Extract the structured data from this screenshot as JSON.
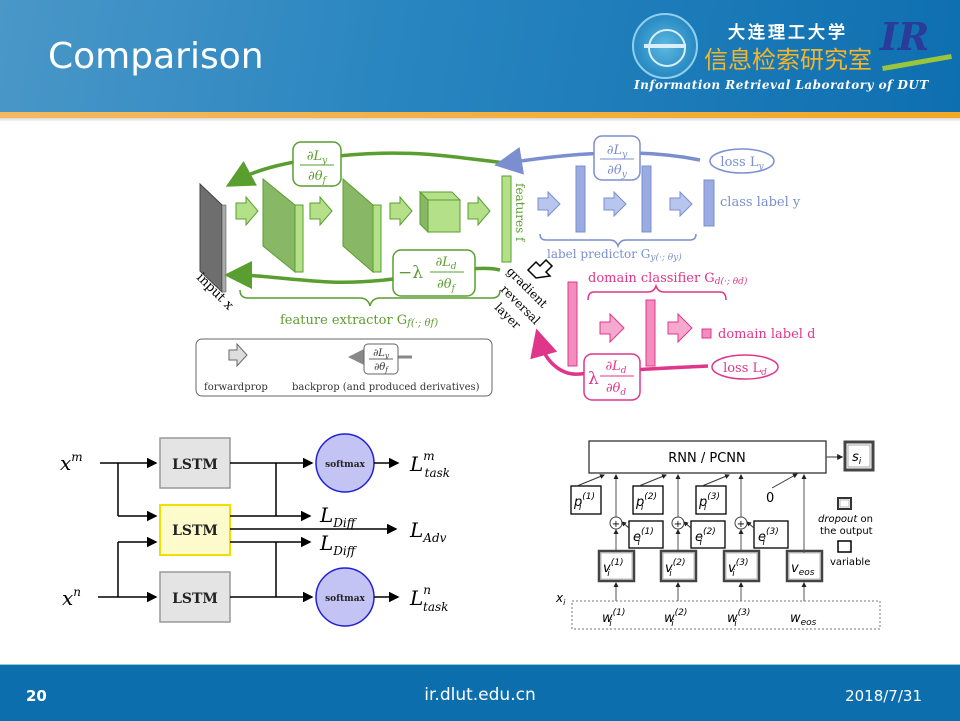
{
  "header": {
    "title": "Comparison",
    "university_cn": "大连理工大学",
    "lab_cn": "信息检索研究室",
    "lab_logo": "IR",
    "lab_en": "Information Retrieval Laboratory of DUT"
  },
  "dann": {
    "grad_y_f": "∂L_y/∂θ_f",
    "grad_y_y": "∂L_y/∂θ_y",
    "grad_d_f": "−λ ∂L_d/∂θ_f",
    "grad_d_d": "λ ∂L_d/∂θ_d",
    "loss_y": "loss L",
    "loss_y_sub": "y",
    "loss_d": "loss L",
    "loss_d_sub": "d",
    "class_label": "class label y",
    "domain_label": "domain label d",
    "features": "features f",
    "input": "input x",
    "feature_extractor": "feature extractor G",
    "feature_extractor_args": "f(·; θf)",
    "label_predictor": "label predictor G",
    "label_predictor_args": "y(·; θy)",
    "domain_classifier": "domain classifier G",
    "domain_classifier_args": "d(·; θd)",
    "grl_line1": "gradient",
    "grl_line2": "reversal",
    "grl_line3": "layer",
    "legend_forward": "forwardprop",
    "legend_backward": "backprop (and produced derivatives)",
    "colors": {
      "feature": "#5a9e2f",
      "label": "#7b8fd0",
      "domain": "#e0368a"
    }
  },
  "mtl": {
    "input_m": "x",
    "input_m_sup": "m",
    "input_n": "x",
    "input_n_sup": "n",
    "lstm_top": "LSTM",
    "lstm_shared": "LSTM",
    "lstm_bottom": "LSTM",
    "softmax_top": "softmax",
    "softmax_bottom": "softmax",
    "loss_task_m": "L",
    "loss_task_m_sup": "m",
    "loss_task_m_sub": "task",
    "loss_diff_1": "L",
    "loss_diff_1_sub": "Diff",
    "loss_adv": "L",
    "loss_adv_sub": "Adv",
    "loss_diff_2": "L",
    "loss_diff_2_sub": "Diff",
    "loss_task_n": "L",
    "loss_task_n_sup": "n",
    "loss_task_n_sub": "task"
  },
  "rnn": {
    "model": "RNN / PCNN",
    "output": "s",
    "output_sub": "i",
    "positions": [
      {
        "base": "p",
        "sub": "i",
        "sup": "(1)"
      },
      {
        "base": "p",
        "sub": "i",
        "sup": "(2)"
      },
      {
        "base": "p",
        "sub": "i",
        "sup": "(3)"
      }
    ],
    "zero": "0",
    "entities": [
      {
        "base": "e",
        "sub": "i",
        "sup": "(1)"
      },
      {
        "base": "e",
        "sub": "i",
        "sup": "(2)"
      },
      {
        "base": "e",
        "sub": "i",
        "sup": "(3)"
      }
    ],
    "vectors": [
      {
        "base": "v",
        "sub": "i",
        "sup": "(1)"
      },
      {
        "base": "v",
        "sub": "i",
        "sup": "(2)"
      },
      {
        "base": "v",
        "sub": "i",
        "sup": "(3)"
      },
      {
        "base": "v",
        "sub": "eos",
        "sup": ""
      }
    ],
    "words": [
      {
        "base": "w",
        "sub": "i",
        "sup": "(1)"
      },
      {
        "base": "w",
        "sub": "i",
        "sup": "(2)"
      },
      {
        "base": "w",
        "sub": "i",
        "sup": "(3)"
      },
      {
        "base": "w",
        "sub": "eos",
        "sup": ""
      }
    ],
    "sentence": "x",
    "sentence_sub": "i",
    "legend_dropout_italic": "dropout",
    "legend_dropout_rest": " on",
    "legend_dropout_line2": "the output",
    "legend_variable": "variable",
    "plus": "+"
  },
  "footer": {
    "page": "20",
    "site": "ir.dlut.edu.cn",
    "date": "2018/7/31"
  }
}
